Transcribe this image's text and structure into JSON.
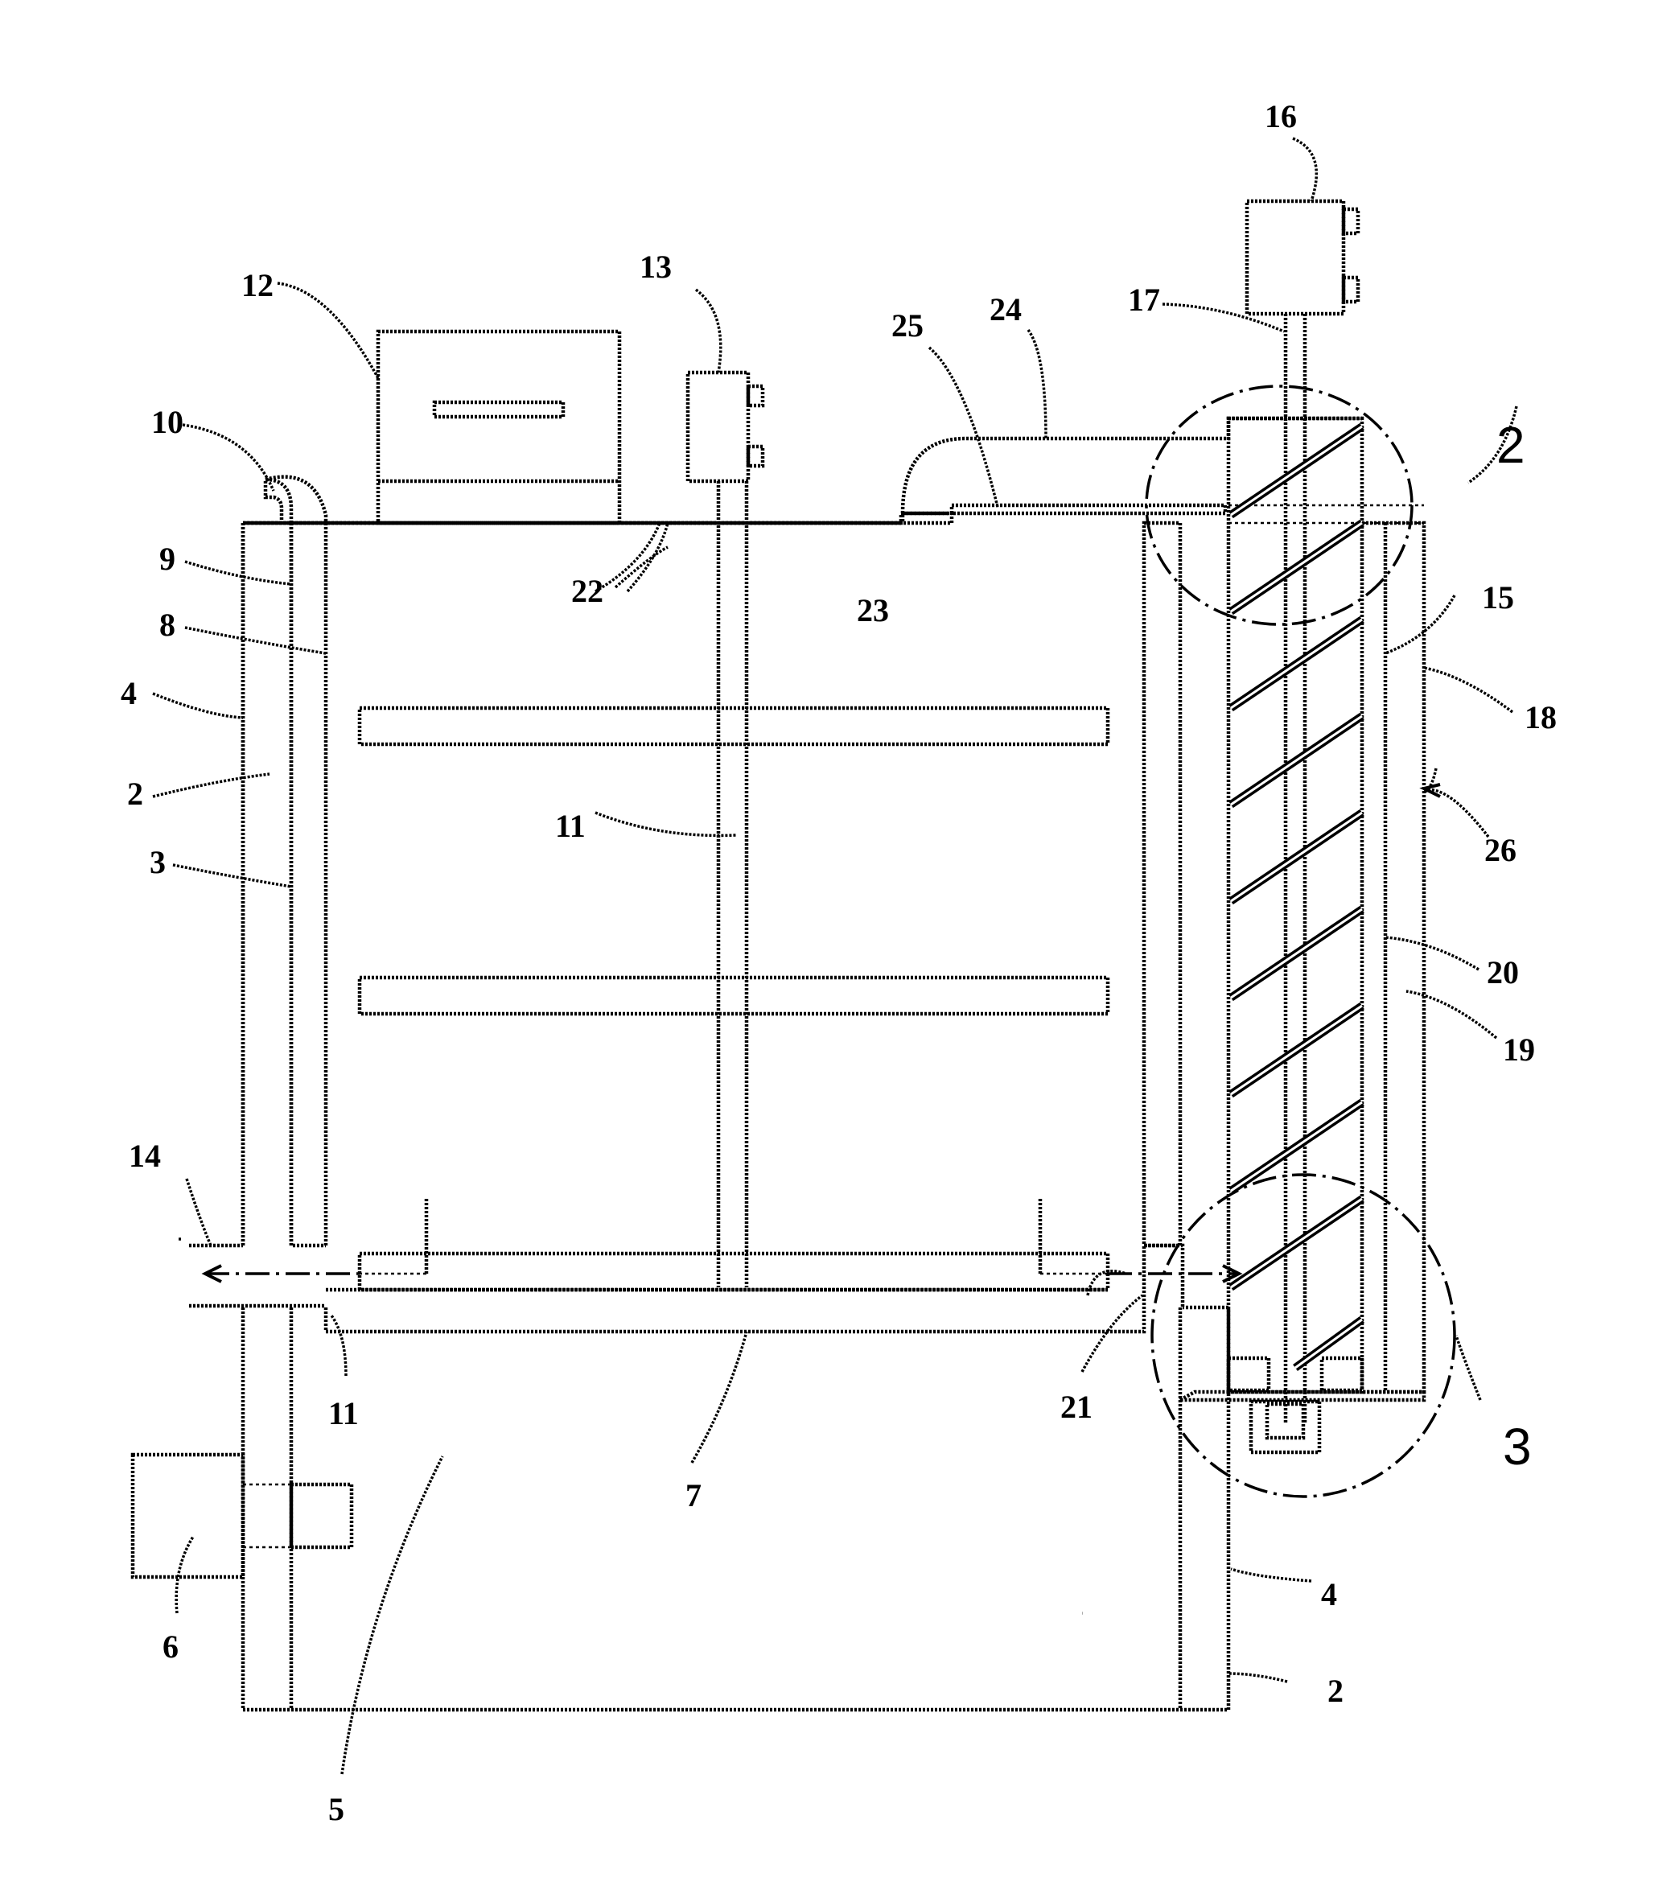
{
  "labels": {
    "l16": "16",
    "l12": "12",
    "l13": "13",
    "l17": "17",
    "l25": "25",
    "l24": "24",
    "l10": "10",
    "l9": "9",
    "l8": "8",
    "l4a": "4",
    "l2a": "2",
    "l3a": "3",
    "l22": "22",
    "l23": "23",
    "l15": "15",
    "l18": "18",
    "l26": "26",
    "l11a": "11",
    "l20": "20",
    "l19": "19",
    "l14": "14",
    "l11b": "11",
    "l21": "21",
    "l7": "7",
    "l6": "6",
    "l5": "5",
    "l4b": "4",
    "l2b": "2"
  },
  "detail_labels": {
    "d2": "2",
    "d3": "3"
  }
}
